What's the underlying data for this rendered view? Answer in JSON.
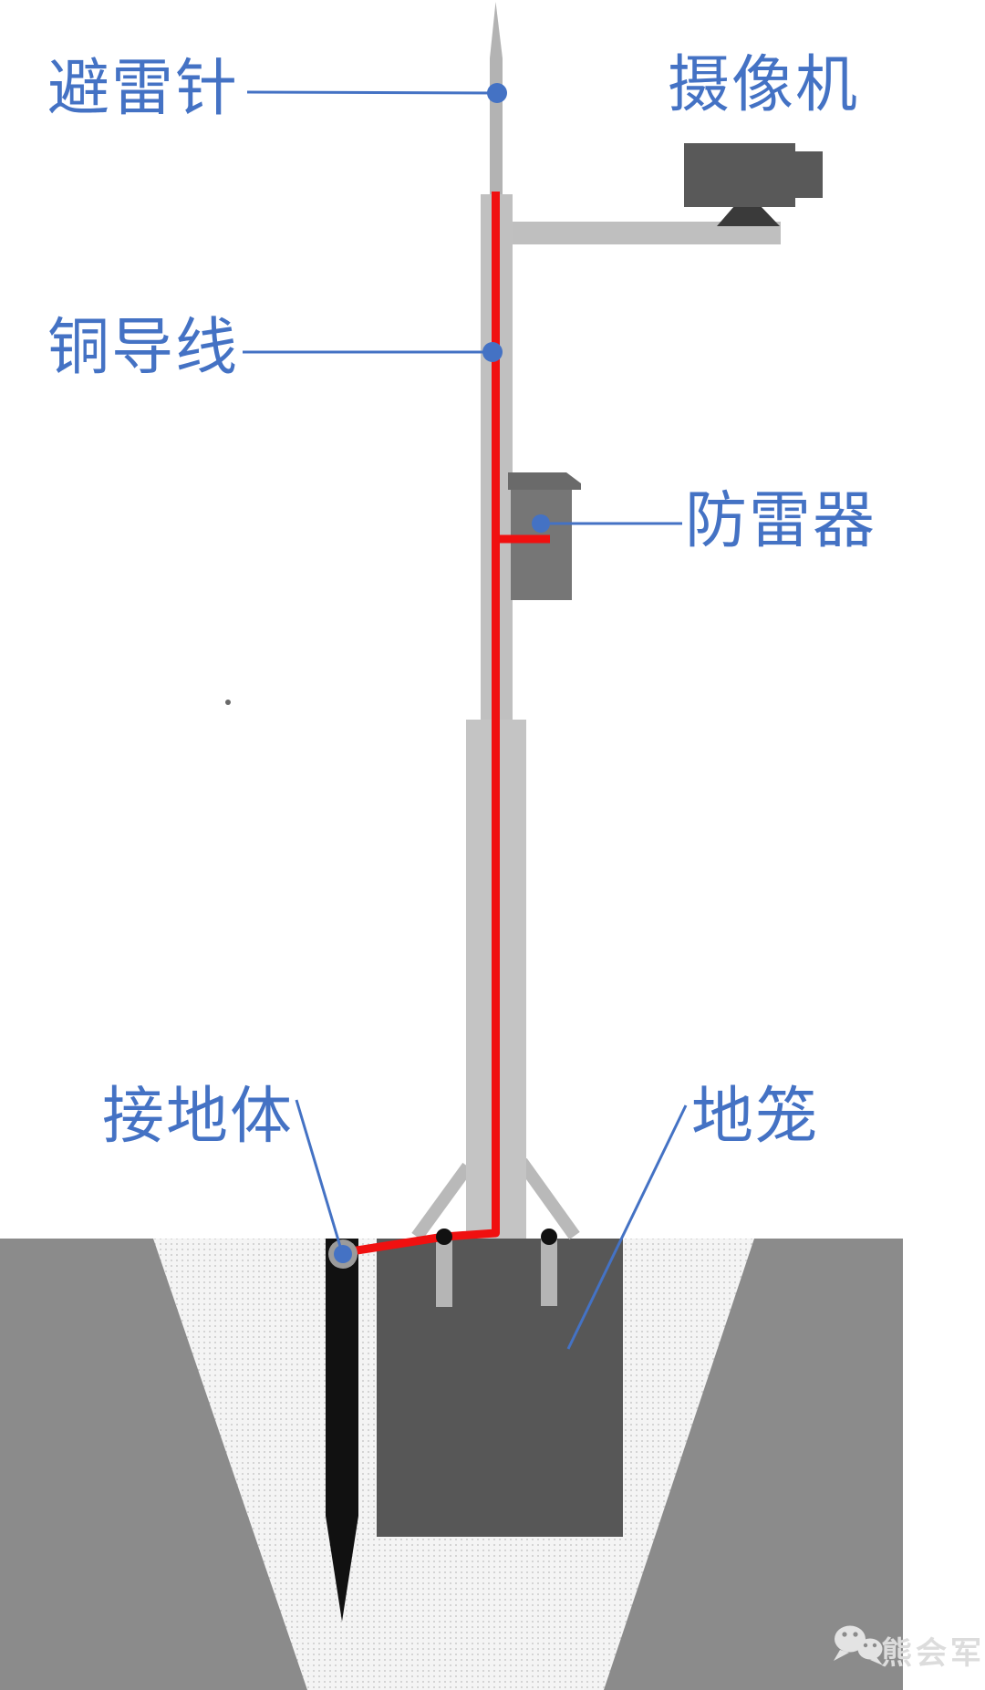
{
  "colors": {
    "accent_blue": "#4472c4",
    "wire_red": "#f01010",
    "pole_gray": "#c0c0c0",
    "equipment_dark_gray": "#595959",
    "ground_wedge_gray": "#8b8b8b",
    "cage_gray": "#575757",
    "watermark_gray": "#dcdcdc"
  },
  "labels": {
    "lightning_rod": "避雷针",
    "camera": "摄像机",
    "copper_wire": "铜导线",
    "surge_protector": "防雷器",
    "grounding_electrode": "接地体",
    "ground_cage": "地笼"
  },
  "watermark": {
    "icon": "wechat-icon",
    "source": "熊会军"
  }
}
